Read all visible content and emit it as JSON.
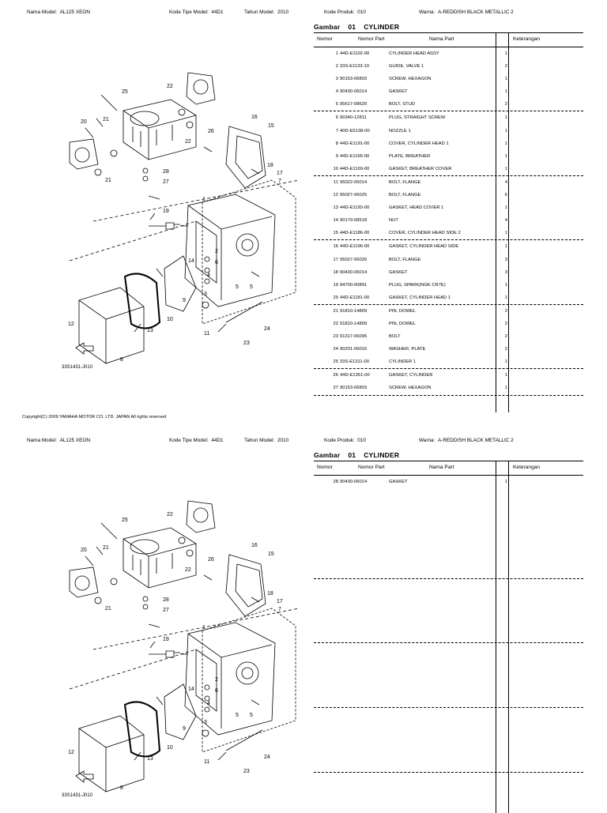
{
  "pages": [
    {
      "header": {
        "model_label": "Nama Model:",
        "model_value": "AL125 XEON",
        "type_label": "Kode Tipe Model:",
        "type_value": "44D1",
        "year_label": "Tahun Model:",
        "year_value": "2010",
        "product_label": "Kode Produk:",
        "product_value": "010",
        "color_label": "Warna:",
        "color_value": "A-REDDISH BLACK METALLIC 2"
      },
      "title": {
        "prefix": "Gambar",
        "code": "01",
        "name": "CYLINDER"
      },
      "columns": {
        "no": "Nomor",
        "part": "Nomor Part",
        "name": "Nama Part",
        "note": "Keterangan"
      },
      "groups": [
        [
          {
            "no": "1",
            "part": "44D-E1102-00",
            "name": "CYLINDER HEAD ASSY",
            "qty": "1"
          },
          {
            "no": "2",
            "part": "33S-E1133-10",
            "name": "GUIDE, VALVE 1",
            "qty": "2"
          },
          {
            "no": "3",
            "part": "90153-06803",
            "name": "SCREW, HEXAGON",
            "qty": "1"
          },
          {
            "no": "4",
            "part": "90430-06014",
            "name": "GASKET",
            "qty": "1"
          },
          {
            "no": "5",
            "part": "95617-08620",
            "name": "BOLT, STUD",
            "qty": "2"
          }
        ],
        [
          {
            "no": "6",
            "part": "90340-12811",
            "name": "PLUG, STRAIGHT SCREW",
            "qty": "1"
          },
          {
            "no": "7",
            "part": "40D-E5138-00",
            "name": "NOZZLE 1",
            "qty": "1"
          },
          {
            "no": "8",
            "part": "44D-E1191-00",
            "name": "COVER, CYLINDER HEAD 1",
            "qty": "1"
          },
          {
            "no": "9",
            "part": "44D-E1165-00",
            "name": "PLATE, BREATHER",
            "qty": "1"
          },
          {
            "no": "10",
            "part": "44D-E1169-00",
            "name": "GASKET, BREATHER COVER",
            "qty": "1"
          }
        ],
        [
          {
            "no": "11",
            "part": "95022-06014",
            "name": "BOLT, FLANGE",
            "qty": "4"
          },
          {
            "no": "12",
            "part": "95027-06025",
            "name": "BOLT, FLANGE",
            "qty": "6"
          },
          {
            "no": "13",
            "part": "44D-E1193-00",
            "name": "GASKET, HEAD COVER 1",
            "qty": "1"
          },
          {
            "no": "14",
            "part": "90179-08518",
            "name": "NUT",
            "qty": "4"
          },
          {
            "no": "15",
            "part": "44D-E1186-00",
            "name": "COVER, CYLINDER HEAD SIDE 2",
            "qty": "1"
          }
        ],
        [
          {
            "no": "16",
            "part": "44D-E1196-00",
            "name": "GASKET, CYLINDER HEAD SIDE",
            "qty": "1"
          },
          {
            "no": "17",
            "part": "95027-06020",
            "name": "BOLT, FLANGE",
            "qty": "3"
          },
          {
            "no": "18",
            "part": "90430-06014",
            "name": "GASKET",
            "qty": "3"
          },
          {
            "no": "19",
            "part": "94700-00891",
            "name": "PLUG, SPARK(NGK CR7E)",
            "qty": "1"
          },
          {
            "no": "20",
            "part": "44D-E1181-00",
            "name": "GASKET, CYLINDER HEAD 1",
            "qty": "1"
          }
        ],
        [
          {
            "no": "21",
            "part": "91810-14809",
            "name": "PIN, DOWEL",
            "qty": "2"
          },
          {
            "no": "22",
            "part": "91810-14809",
            "name": "PIN, DOWEL",
            "qty": "2"
          },
          {
            "no": "23",
            "part": "91317-06095",
            "name": "BOLT",
            "qty": "2"
          },
          {
            "no": "24",
            "part": "90201-06016",
            "name": "WASHER, PLATE",
            "qty": "2"
          },
          {
            "no": "25",
            "part": "33S-E1311-00",
            "name": "CYLINDER 1",
            "qty": "1"
          }
        ],
        [
          {
            "no": "26",
            "part": "44D-E1351-00",
            "name": "GASKET, CYLINDER",
            "qty": "1"
          },
          {
            "no": "27",
            "part": "90153-06803",
            "name": "SCREW, HEXAGON",
            "qty": "1"
          }
        ]
      ],
      "diagram_code": "33S1431-J010",
      "copyright": "Copyright(C) 2009 YAMAHA MOTOR CO. LTD. JAPAN All rights reserved"
    },
    {
      "header": {
        "model_label": "Nama Model:",
        "model_value": "AL125 XEON",
        "type_label": "Kode Tipe Model:",
        "type_value": "44D1",
        "year_label": "Tahun Model:",
        "year_value": "2010",
        "product_label": "Kode Produk:",
        "product_value": "010",
        "color_label": "Warna:",
        "color_value": "A-REDDISH BLACK METALLIC 2"
      },
      "title": {
        "prefix": "Gambar",
        "code": "01",
        "name": "CYLINDER"
      },
      "columns": {
        "no": "Nomor",
        "part": "Nomor Part",
        "name": "Nama Part",
        "note": "Keterangan"
      },
      "groups": [
        [
          {
            "no": "28",
            "part": "90430-06014",
            "name": "GASKET",
            "qty": "1"
          }
        ]
      ],
      "diagram_code": "33S1431-J010"
    }
  ],
  "diagram_refs": [
    "1",
    "2",
    "3",
    "4",
    "5",
    "6",
    "7",
    "8",
    "9",
    "10",
    "11",
    "12",
    "13",
    "14",
    "15",
    "16",
    "17",
    "18",
    "19",
    "20",
    "21",
    "21",
    "22",
    "22",
    "23",
    "24",
    "25",
    "26",
    "27",
    "28",
    "FWD"
  ]
}
